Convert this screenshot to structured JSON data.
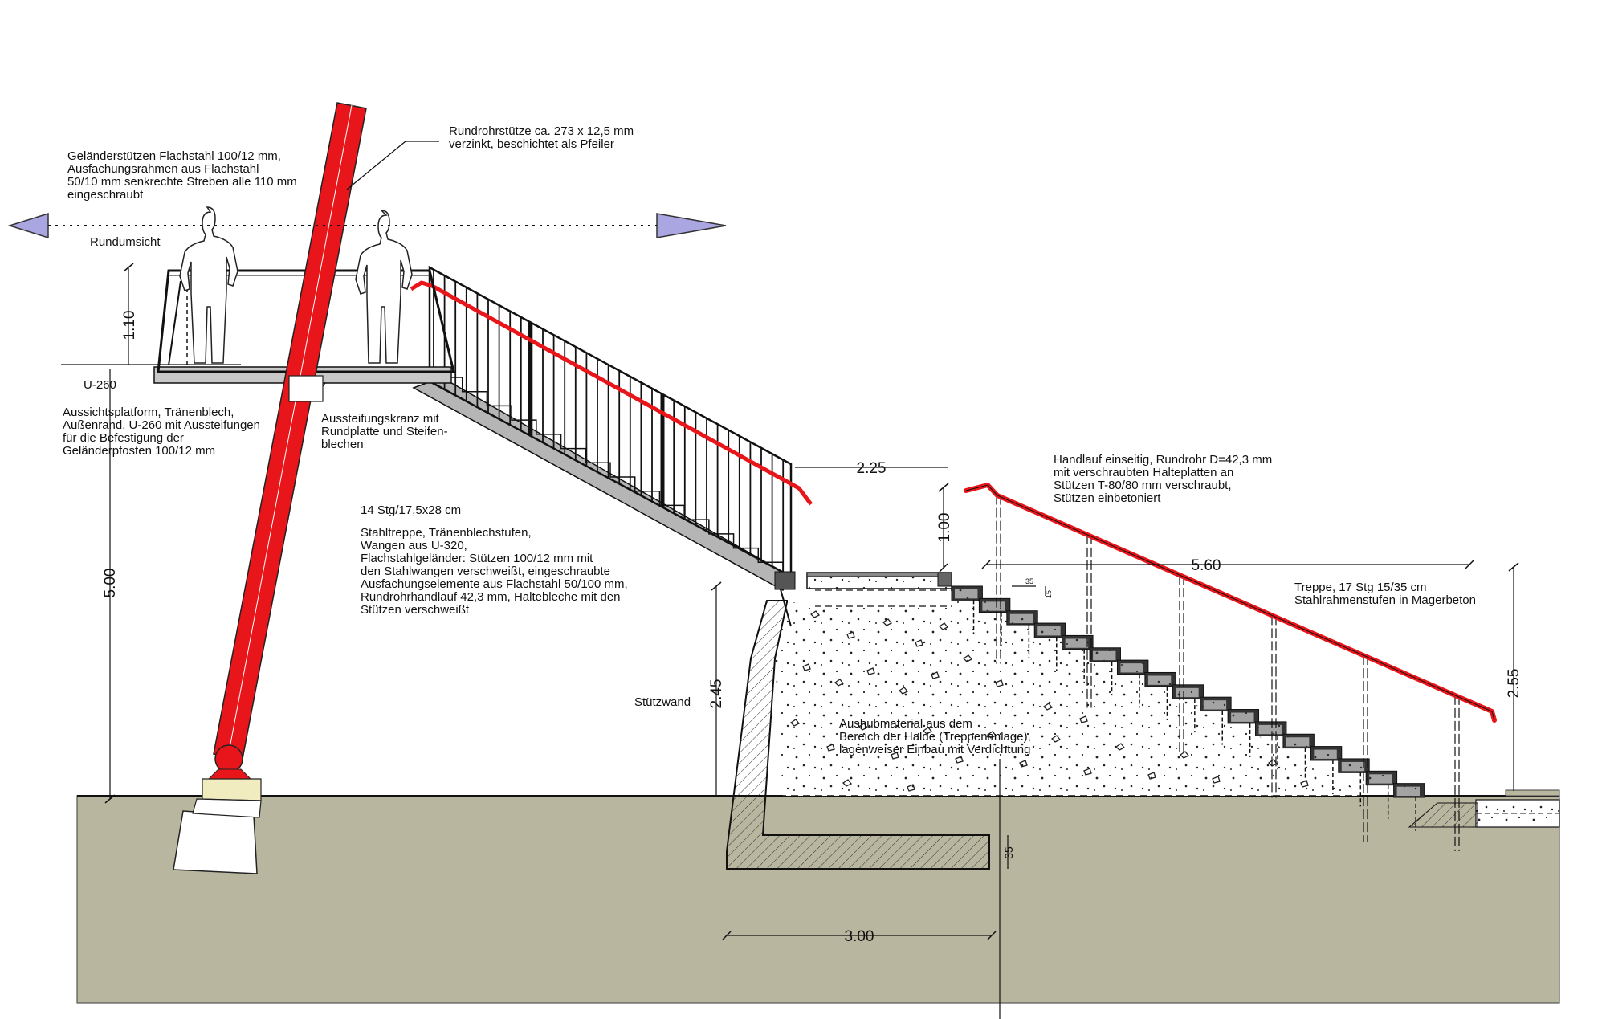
{
  "labels": {
    "railing_posts": [
      "Geländerstützen Flachstahl 100/12 mm,",
      "Ausfachungsrahmen aus Flachstahl",
      "50/10 mm senkrechte Streben alle 110 mm",
      "eingeschraubt"
    ],
    "round_column": [
      "Rundrohrstütze ca. 273 x 12,5 mm",
      "verzinkt, beschichtet als Pfeiler"
    ],
    "panorama": "Rundumsicht",
    "u260": "U-260",
    "platform": [
      "Aussichtsplatform, Tränenblech,",
      "Außenrand, U-260 mit  Aussteifungen",
      "für die Befestigung der",
      "Geländerpfosten 100/12 mm"
    ],
    "stiffening_ring": [
      "Aussteifungskranz mit",
      "Rundplatte und Steifen-",
      "blechen"
    ],
    "steel_stair_steps": "14 Stg/17,5x28 cm",
    "steel_stair": [
      "Stahltreppe, Tränenblechstufen,",
      "Wangen aus U-320,",
      "Flachstahlgeländer: Stützen 100/12 mm mit",
      "den Stahlwangen verschweißt, eingeschraubte",
      "Ausfachungselemente aus Flachstahl 50/100 mm,",
      "Rundrohrhandlauf 42,3 mm, Haltebleche mit den",
      "Stützen verschweißt"
    ],
    "handrail": [
      "Handlauf einseitig, Rundrohr D=42,3 mm",
      "mit verschraubten Halteplatten an",
      "Stützen T-80/80 mm verschraubt,",
      "Stützen einbetoniert"
    ],
    "stair_concrete": [
      "Treppe, 17 Stg 15/35 cm",
      "Stahlrahmenstufen in Magerbeton"
    ],
    "retaining_wall": "Stützwand",
    "fill": [
      "Aushubmaterial aus dem",
      "Bereich der Halde (Treppenanlage),",
      "lagenweiser Einbau mit Verdichtung"
    ]
  },
  "dimensions": {
    "railing_height": "1.10",
    "platform_height": "5.00",
    "wall_height": "2.45",
    "stair_offset": "2.25",
    "rail_height": "1.00",
    "stair_length": "5.60",
    "stair_rise": "2.55",
    "foundation_width": "3.00",
    "foundation_depth": "35",
    "step_depth": "35",
    "step_height": "15"
  },
  "colors": {
    "column": "#e8161a",
    "ground": "#b9b69f",
    "arrow": "#a9a6e2",
    "line": "#111111",
    "pad": "#f0ecc0"
  }
}
